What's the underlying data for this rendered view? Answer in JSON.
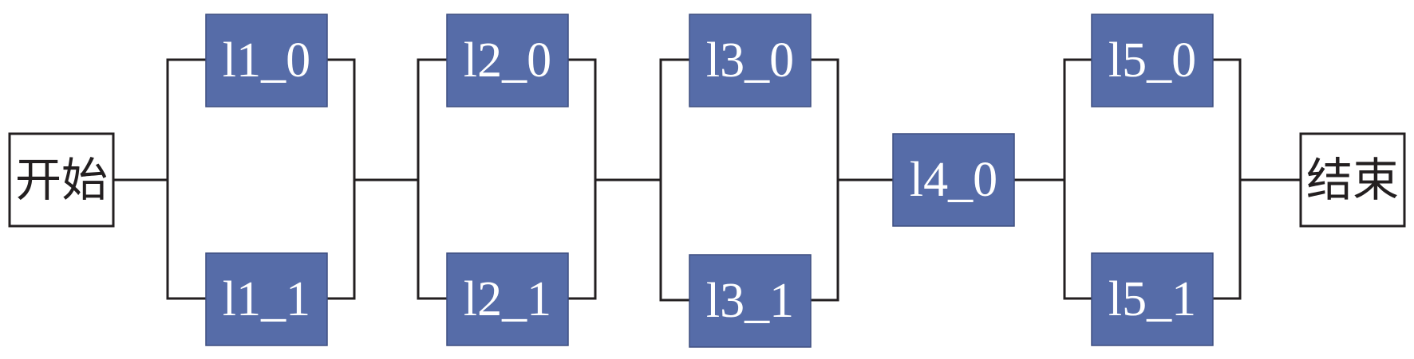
{
  "diagram": {
    "start": {
      "label": "开始"
    },
    "end": {
      "label": "结束"
    },
    "nodes": {
      "l1_0": "l1_0",
      "l1_1": "l1_1",
      "l2_0": "l2_0",
      "l2_1": "l2_1",
      "l3_0": "l3_0",
      "l3_1": "l3_1",
      "l4_0": "l4_0",
      "l5_0": "l5_0",
      "l5_1": "l5_1"
    },
    "colors": {
      "node_fill": "#566ca8",
      "line": "#231f20",
      "terminal_fill": "#ffffff"
    }
  }
}
